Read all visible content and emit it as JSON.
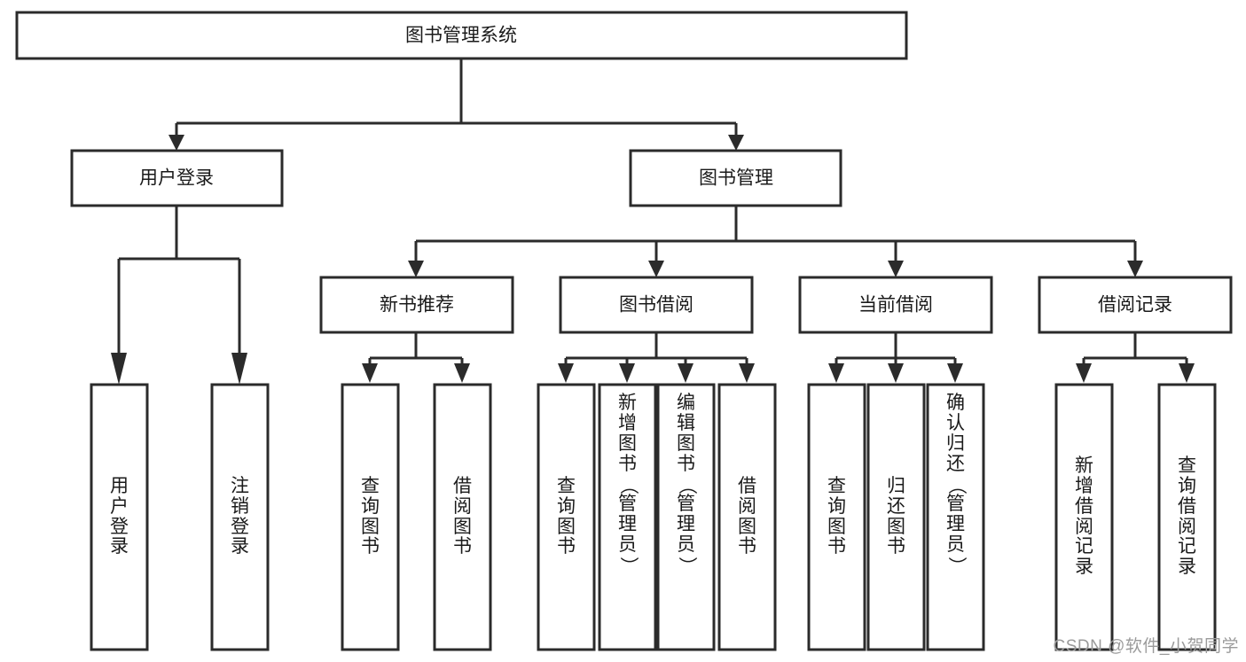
{
  "diagram": {
    "title": "图书管理系统",
    "type": "hierarchy-tree",
    "watermark": "CSDN @软件_小贺同学",
    "colors": {
      "stroke": "#2b2b2b",
      "fill": "#ffffff",
      "text": "#1a1a1a",
      "watermark": "#9b9b9b",
      "background": "#ffffff"
    },
    "levels": {
      "root": {
        "label": "图书管理系统",
        "orientation": "horizontal"
      },
      "level2": [
        {
          "id": "user-login",
          "label": "用户登录",
          "orientation": "horizontal"
        },
        {
          "id": "book-management",
          "label": "图书管理",
          "orientation": "horizontal"
        }
      ],
      "level3": [
        {
          "id": "new-book-recommend",
          "label": "新书推荐",
          "orientation": "horizontal",
          "parent": "book-management"
        },
        {
          "id": "book-borrow",
          "label": "图书借阅",
          "orientation": "horizontal",
          "parent": "book-management"
        },
        {
          "id": "current-borrow",
          "label": "当前借阅",
          "orientation": "horizontal",
          "parent": "book-management"
        },
        {
          "id": "borrow-record",
          "label": "借阅记录",
          "orientation": "horizontal",
          "parent": "book-management"
        }
      ],
      "leaves": [
        {
          "id": "leaf-user-login",
          "label": "用户登录",
          "orientation": "vertical",
          "parent": "user-login"
        },
        {
          "id": "leaf-logout-login",
          "label": "注销登录",
          "orientation": "vertical",
          "parent": "user-login"
        },
        {
          "id": "leaf-query-book-1",
          "label": "查询图书",
          "orientation": "vertical",
          "parent": "new-book-recommend"
        },
        {
          "id": "leaf-borrow-book-1",
          "label": "借阅图书",
          "orientation": "vertical",
          "parent": "new-book-recommend"
        },
        {
          "id": "leaf-query-book-2",
          "label": "查询图书",
          "orientation": "vertical",
          "parent": "book-borrow"
        },
        {
          "id": "leaf-add-book",
          "label": "新增图书（管理员）",
          "orientation": "vertical",
          "parent": "book-borrow"
        },
        {
          "id": "leaf-edit-book",
          "label": "编辑图书（管理员）",
          "orientation": "vertical",
          "parent": "book-borrow"
        },
        {
          "id": "leaf-borrow-book-2",
          "label": "借阅图书",
          "orientation": "vertical",
          "parent": "book-borrow"
        },
        {
          "id": "leaf-query-book-3",
          "label": "查询图书",
          "orientation": "vertical",
          "parent": "current-borrow"
        },
        {
          "id": "leaf-return-book",
          "label": "归还图书",
          "orientation": "vertical",
          "parent": "current-borrow"
        },
        {
          "id": "leaf-confirm-return",
          "label": "确认归还（管理员）",
          "orientation": "vertical",
          "parent": "current-borrow"
        },
        {
          "id": "leaf-add-record",
          "label": "新增借阅记录",
          "orientation": "vertical",
          "parent": "borrow-record"
        },
        {
          "id": "leaf-query-record",
          "label": "查询借阅记录",
          "orientation": "vertical",
          "parent": "borrow-record"
        }
      ]
    }
  }
}
